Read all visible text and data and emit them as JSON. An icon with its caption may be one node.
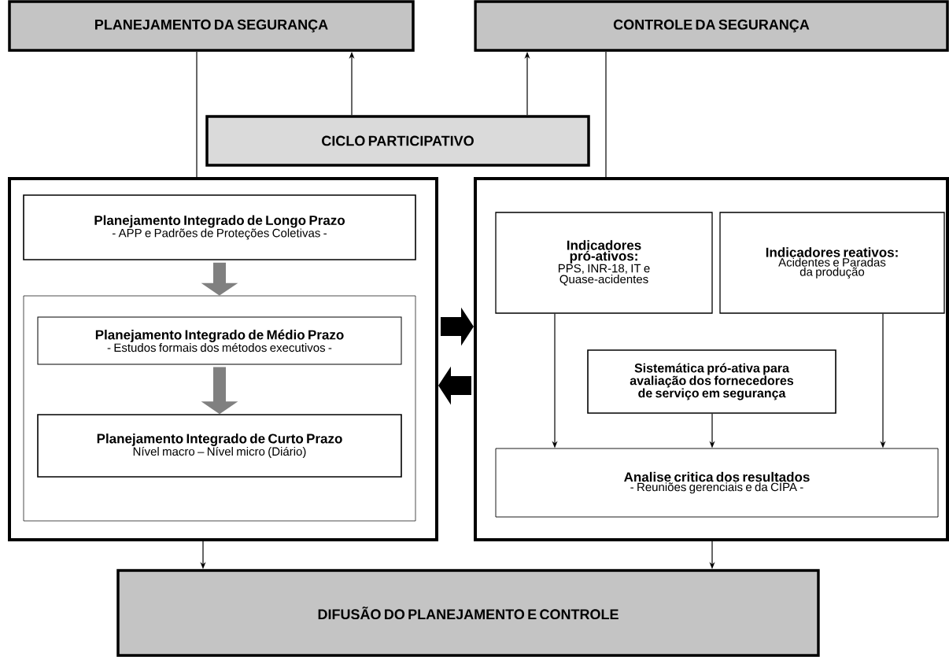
{
  "diagram": {
    "nodes": [
      {
        "text": [
          "PLANEJAMENTO DA SEGURANÇA"
        ]
      },
      {
        "text": [
          "CONTROLE DA SEGURANÇA"
        ]
      },
      {
        "text": [
          "CICLO PARTICIPATIVO"
        ]
      },
      {
        "text": [],
        "shape": "box"
      },
      {
        "text": [
          "Planejamento Integrado de Longo Prazo",
          "- APP e Padrões de Proteções Coletivas -"
        ],
        "in": 3
      },
      {
        "text": [],
        "shape": "box",
        "in": 3
      },
      {
        "text": [
          "Planejamento Integrado de Médio Prazo",
          "- Estudos formais dos métodos executivos -"
        ],
        "in": 5
      },
      {
        "text": [
          "Planejamento Integrado de Curto Prazo",
          "Nível macro – Nível micro (Diário)"
        ],
        "in": 5
      },
      {
        "text": [],
        "shape": "box"
      },
      {
        "text": [
          "Indicadores pró-ativos:",
          "PPS, INR-18, IT e Quase-acidentes"
        ],
        "in": 8
      },
      {
        "text": [
          "Indicadores reativos:",
          "Acidentes e Paradas da produção"
        ],
        "in": 8
      },
      {
        "text": [
          "Sistemática pró-ativa para avaliação dos fornecedores de serviço em segurança"
        ],
        "in": 8
      },
      {
        "text": [
          "Analise critica dos resultados",
          "- Reuniões gerenciais e da CIPA -"
        ],
        "in": 8
      },
      {
        "text": [
          "DIFUSÃO DO PLANEJAMENTO E CONTROLE"
        ]
      }
    ],
    "edges": [
      {
        "from": 2,
        "to": 0,
        "arrow": "to"
      },
      {
        "from": 2,
        "to": 1,
        "arrow": "to"
      },
      {
        "from": 0,
        "to": 3,
        "arrow": "none"
      },
      {
        "from": 1,
        "to": 8,
        "arrow": "none"
      },
      {
        "from": 4,
        "to": 5,
        "arrow": "to",
        "style": "thick",
        "color": "#808080"
      },
      {
        "from": 6,
        "to": 7,
        "arrow": "to",
        "style": "thick",
        "color": "#808080"
      },
      {
        "from": 3,
        "to": 8,
        "arrow": "to",
        "style": "thick"
      },
      {
        "from": 8,
        "to": 3,
        "arrow": "to",
        "style": "thick"
      },
      {
        "from": 9,
        "to": 12,
        "arrow": "to"
      },
      {
        "from": 11,
        "to": 12,
        "arrow": "to"
      },
      {
        "from": 10,
        "to": 12,
        "arrow": "to"
      },
      {
        "from": 3,
        "to": 13,
        "arrow": "to"
      },
      {
        "from": 8,
        "to": 13,
        "arrow": "to"
      }
    ]
  }
}
